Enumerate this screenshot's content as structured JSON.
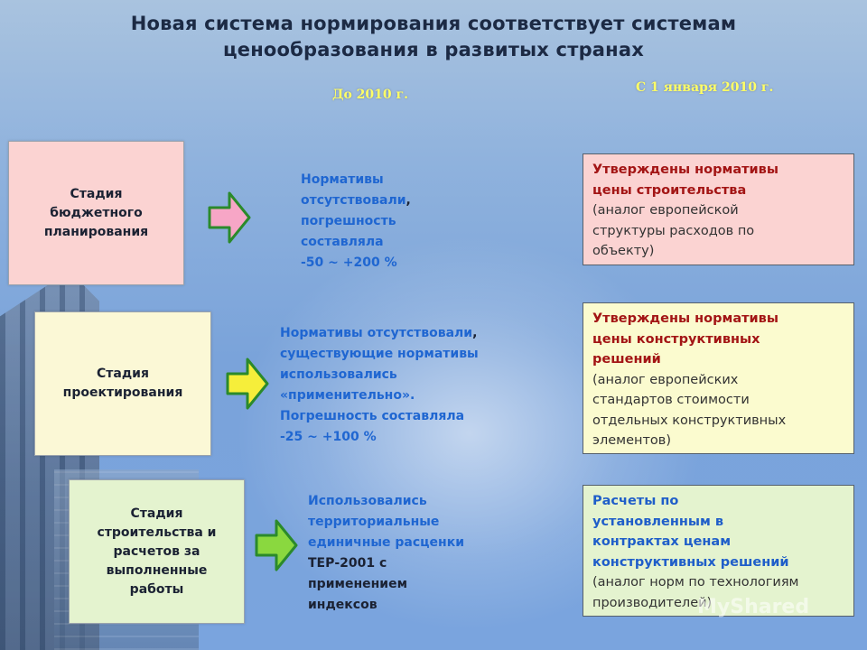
{
  "title": {
    "line1": "Новая система нормирования соответствует системам",
    "line2": "ценообразования в развитых странах"
  },
  "columns": {
    "before": "До 2010 г.",
    "after": "С 1 января 2010 г."
  },
  "rows": [
    {
      "stage": "Стадия\nбюджетного\nпланирования",
      "stage_bg": "#fbd3d2",
      "arrow_color": "#f7a6c6",
      "before_main": "Нормативы\nотсутствовали",
      "before_comma": ",",
      "before_rest": "\nпогрешность\nсоставляла",
      "before_range": "-50  ~ +200 %",
      "after_head": "Утверждены нормативы\nцены строительства",
      "after_head_color": "#a31515",
      "after_rest": "(аналог европейской\nструктуры расходов по\nобъекту)",
      "after_bg": "#fbd3d2"
    },
    {
      "stage": "Стадия\nпроектирования",
      "stage_bg": "#fbf8d6",
      "arrow_color": "#f6ee3a",
      "before_main": "Нормативы отсутствовали",
      "before_comma": ",",
      "before_rest": "\nсуществующие нормативы\nиспользовались\n«применительно».\nПогрешность составляла",
      "before_range": "-25 ~ +100 %",
      "after_head": "Утверждены нормативы\nцены конструктивных\nрешений",
      "after_head_color": "#a31515",
      "after_rest": "(аналог европейских\nстандартов стоимости\nотдельных конструктивных\nэлементов)",
      "after_bg": "#fbfbcf"
    },
    {
      "stage": "Стадия\nстроительства и\nрасчетов за\nвыполненные\nработы",
      "stage_bg": "#e4f3cf",
      "arrow_color": "#8ad83f",
      "before_main": "Использовались\nтерриториальные\nединичные расценки",
      "before_comma": "",
      "before_rest": "\nТЕР-2001 с\nприменением\nиндексов",
      "before_range": "",
      "after_head": "Расчеты по\nустановленным в\nконтрактах ценам\nконструктивных решений",
      "after_head_color": "#1f5ec9",
      "after_rest": "(аналог норм по технологиям\nпроизводителей)",
      "after_bg": "#e4f3cf"
    }
  ],
  "watermark": "MyShared"
}
